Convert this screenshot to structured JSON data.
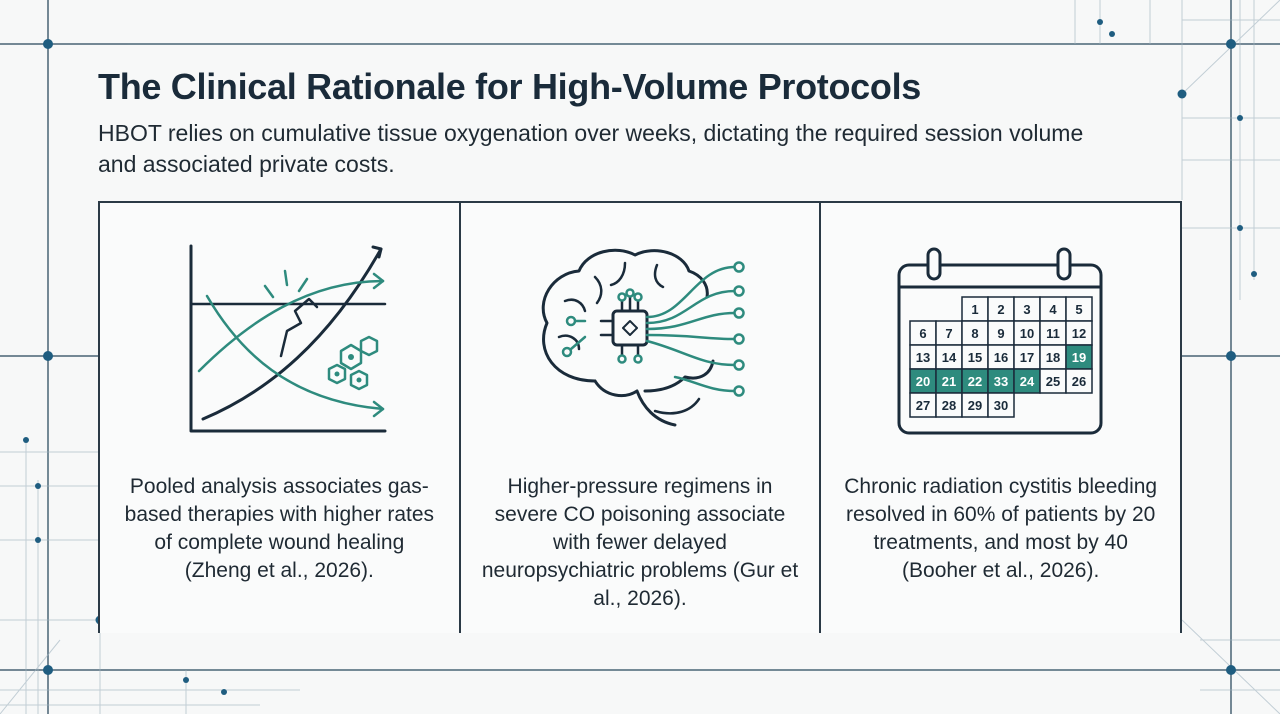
{
  "header": {
    "title": "The Clinical Rationale for High-Volume Protocols",
    "subtitle": "HBOT relies on cumulative tissue oxygenation over weeks, dictating the required session volume and associated private costs."
  },
  "panels": [
    {
      "icon": "wound-healing-chart-icon",
      "caption": "Pooled analysis associates gas-based therapies with higher rates of complete wound healing (Zheng et al., 2026)."
    },
    {
      "icon": "brain-circuit-icon",
      "caption": "Higher-pressure regimens in severe CO poisoning associate with fewer delayed neuropsychiatric problems (Gur et al., 2026)."
    },
    {
      "icon": "calendar-icon",
      "caption": "Chronic radiation cystitis bleeding resolved in 60% of patients by 20 treatments, and most by 40 (Booher et al., 2026)."
    }
  ],
  "calendar": {
    "days": [
      [
        1,
        2,
        3,
        4,
        5
      ],
      [
        6,
        7,
        8,
        9,
        10,
        11,
        12
      ],
      [
        13,
        14,
        15,
        16,
        17,
        18,
        19
      ],
      [
        20,
        21,
        22,
        33,
        24,
        25,
        26
      ],
      [
        27,
        28,
        29,
        30
      ]
    ],
    "highlighted": [
      19,
      20,
      21,
      22,
      33,
      24
    ]
  },
  "colors": {
    "accent": "#2e8b7e",
    "dark": "#1a2b3a",
    "line": "#2b3a46"
  }
}
